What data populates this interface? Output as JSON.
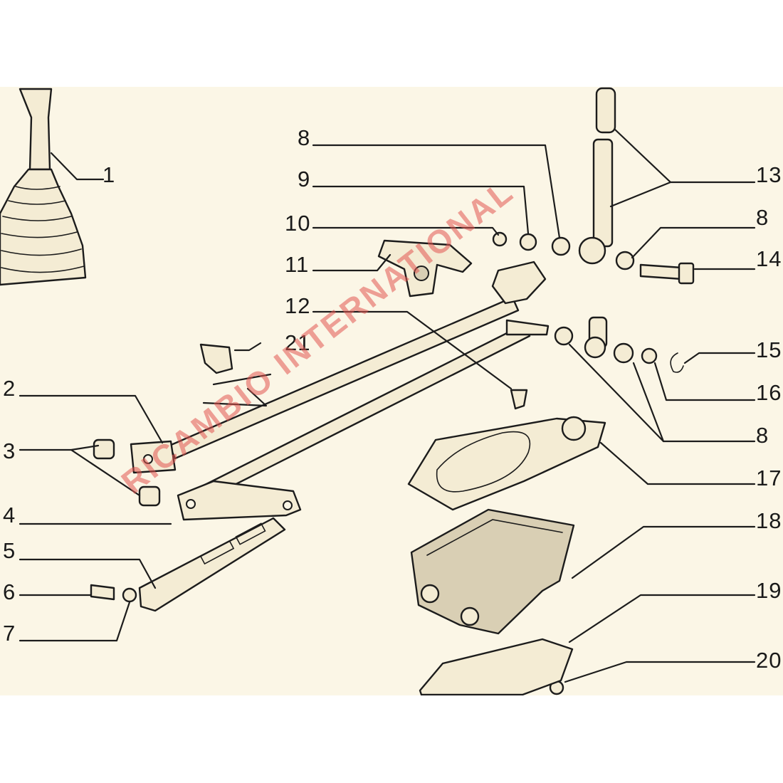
{
  "diagram": {
    "callouts": [
      {
        "id": "c1",
        "label": "1"
      },
      {
        "id": "c2",
        "label": "2"
      },
      {
        "id": "c3",
        "label": "3"
      },
      {
        "id": "c4",
        "label": "4"
      },
      {
        "id": "c5",
        "label": "5"
      },
      {
        "id": "c6",
        "label": "6"
      },
      {
        "id": "c7",
        "label": "7"
      },
      {
        "id": "c8a",
        "label": "8"
      },
      {
        "id": "c9",
        "label": "9"
      },
      {
        "id": "c10",
        "label": "10"
      },
      {
        "id": "c11",
        "label": "11"
      },
      {
        "id": "c12",
        "label": "12"
      },
      {
        "id": "c13",
        "label": "13"
      },
      {
        "id": "c8b",
        "label": "8"
      },
      {
        "id": "c14",
        "label": "14"
      },
      {
        "id": "c15",
        "label": "15"
      },
      {
        "id": "c16",
        "label": "16"
      },
      {
        "id": "c8c",
        "label": "8"
      },
      {
        "id": "c17",
        "label": "17"
      },
      {
        "id": "c18",
        "label": "18"
      },
      {
        "id": "c19",
        "label": "19"
      },
      {
        "id": "c20",
        "label": "20"
      },
      {
        "id": "c21",
        "label": "21"
      }
    ],
    "watermark": "RICAMBIO INTERNATIONAL"
  }
}
